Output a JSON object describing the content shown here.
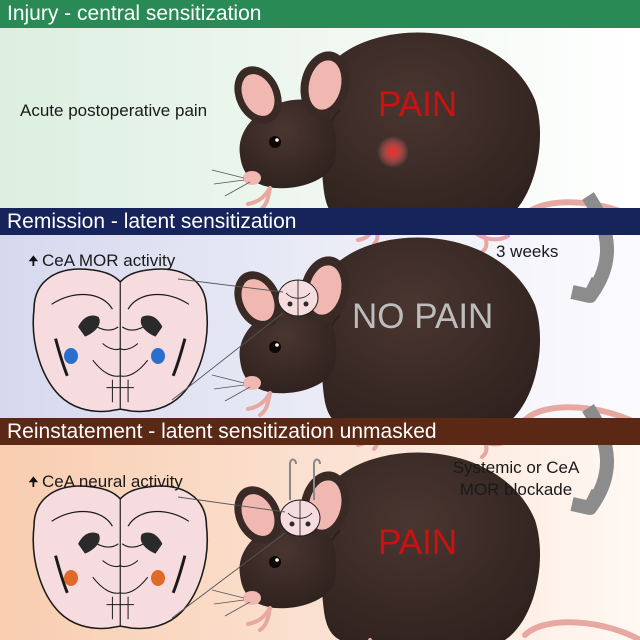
{
  "sections": [
    {
      "title": "Injury - central sensitization",
      "label": "Acute postoperative pain",
      "state": "PAIN"
    },
    {
      "title": "Remission - latent sensitization",
      "label": "CeA MOR activity",
      "state": "NO PAIN",
      "transition": "3 weeks"
    },
    {
      "title": "Reinstatement - latent sensitization unmasked",
      "label": "CeA neural activity",
      "state": "PAIN",
      "transition_line1": "Systemic or CeA",
      "transition_line2": "MOR blockade"
    }
  ],
  "icons": {
    "increase": "up-arrow-icon"
  },
  "colors": {
    "injury_header": "#2a8a56",
    "remission_header": "#17235b",
    "reinstatement_header": "#5a2814",
    "pain_text": "#cc1111",
    "no_pain_text": "#bdbdbd",
    "mouse_body": "#3a2a26",
    "mouse_skin": "#f0b8b0"
  }
}
